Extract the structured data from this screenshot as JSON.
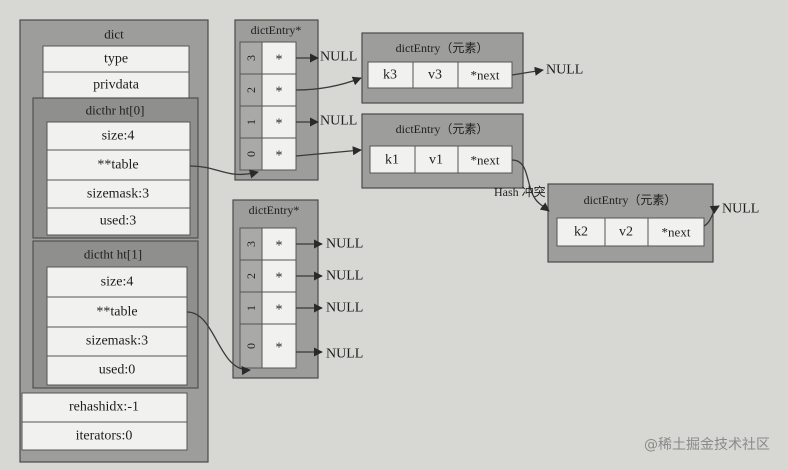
{
  "dict": {
    "title": "dict",
    "type": "type",
    "privdata": "privdata",
    "ht": [
      {
        "label": "dicthr ht[0]",
        "size": "size:4",
        "table": "**table",
        "sizemask": "sizemask:3",
        "used": "used:3"
      },
      {
        "label": "dictht ht[1]",
        "size": "size:4",
        "table": "**table",
        "sizemask": "sizemask:3",
        "used": "used:0"
      }
    ],
    "rehashidx": "rehashidx:-1",
    "iterators": "iterators:0"
  },
  "tables": [
    {
      "label": "dictEntry*",
      "slots": [
        {
          "index": "3",
          "pointer": "*"
        },
        {
          "index": "2",
          "pointer": "*"
        },
        {
          "index": "1",
          "pointer": "*"
        },
        {
          "index": "0",
          "pointer": "*"
        }
      ]
    },
    {
      "label": "dictEntry*",
      "slots": [
        {
          "index": "3",
          "pointer": "*"
        },
        {
          "index": "2",
          "pointer": "*"
        },
        {
          "index": "1",
          "pointer": "*"
        },
        {
          "index": "0",
          "pointer": "*"
        }
      ]
    }
  ],
  "entries": [
    {
      "title": "dictEntry（元素）",
      "key": "k3",
      "value": "v3",
      "next": "*next"
    },
    {
      "title": "dictEntry（元素）",
      "key": "k1",
      "value": "v1",
      "next": "*next"
    },
    {
      "title": "dictEntry（元素）",
      "key": "k2",
      "value": "v2",
      "next": "*next"
    }
  ],
  "null_label": "NULL",
  "collision_label": "Hash 冲突",
  "watermark": "@稀土掘金技术社区",
  "colors": {
    "paper": "#d7d7d3",
    "frame": "#9d9d9b",
    "inner": "#8f8f8d",
    "cell": "#f1f1ef",
    "ink": "#1e1e1e",
    "line": "#3a3a3a",
    "wm": "#8a8a8a"
  }
}
